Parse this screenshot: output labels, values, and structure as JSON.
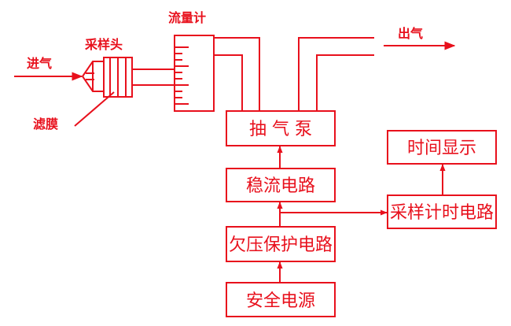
{
  "colors": {
    "line": "#e8101c",
    "background": "#ffffff"
  },
  "labels": {
    "flowmeter": "流量计",
    "sampler_head": "采样头",
    "inlet": "进气",
    "outlet": "出气",
    "filter_film": "滤膜"
  },
  "boxes": {
    "pump": "抽 气 泵",
    "regulator": "稳流电路",
    "undervoltage": "欠压保护电路",
    "power": "安全电源",
    "timer": "采样计时电路",
    "display": "时间显示"
  },
  "icons": [
    "sampler-head-icon",
    "flowmeter-scale-icon",
    "arrow-icon"
  ]
}
